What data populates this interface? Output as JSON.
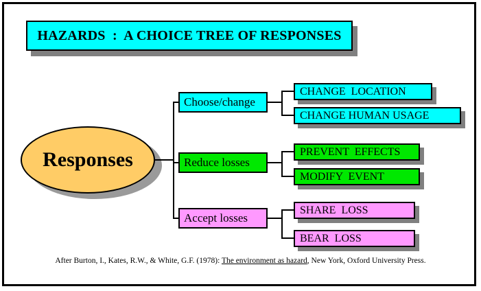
{
  "title": {
    "text": "HAZARDS  :  A CHOICE TREE OF RESPONSES"
  },
  "root": {
    "label": "Responses"
  },
  "branches": [
    {
      "label": "Choose/change",
      "color": "#00ffff",
      "leaves": [
        "CHANGE  LOCATION",
        "CHANGE HUMAN USAGE"
      ]
    },
    {
      "label": "Reduce losses",
      "color": "#00e800",
      "leaves": [
        "PREVENT  EFFECTS",
        "MODIFY  EVENT"
      ]
    },
    {
      "label": "Accept losses",
      "color": "#ff99ff",
      "leaves": [
        "SHARE  LOSS",
        "BEAR  LOSS"
      ]
    }
  ],
  "caption": {
    "before": "After Burton, I., Kates, R.W., & White, G.F. (1978): ",
    "italic_title": "The environment as hazard",
    "after": ", New York, Oxford University Press."
  },
  "colors": {
    "cyan": "#00ffff",
    "green": "#00e800",
    "pink": "#ff99ff",
    "orange": "#ffcc66",
    "shadow": "#808080",
    "border": "#000000"
  }
}
